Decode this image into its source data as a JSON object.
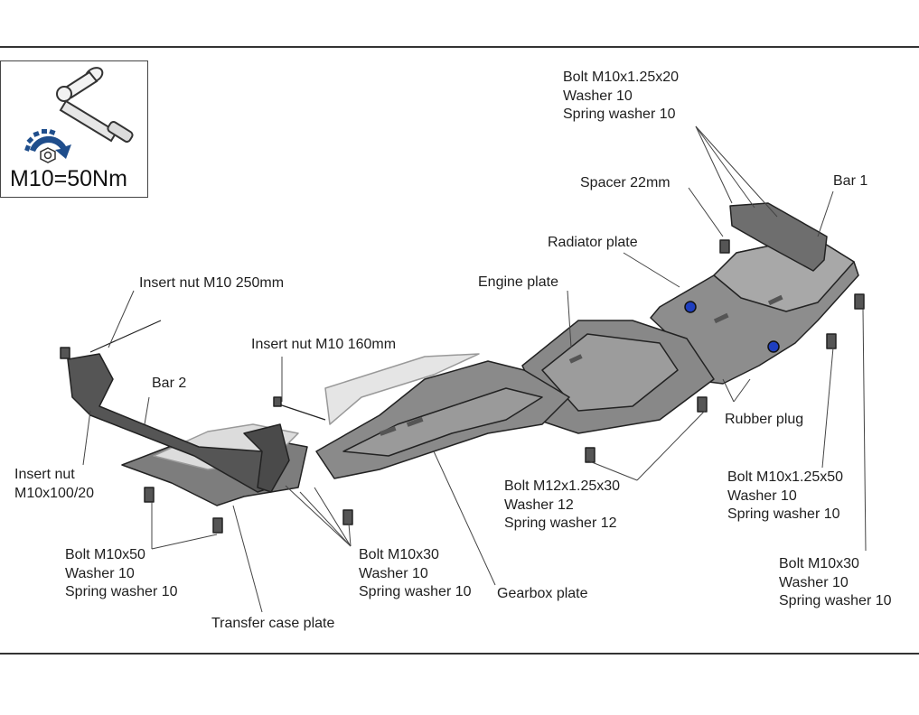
{
  "torque": {
    "spec": "M10=50Nm",
    "icons": [
      "socket-wrench-icon",
      "tighten-rotation-icon"
    ]
  },
  "labels": {
    "bolt_top": [
      "Bolt M10x1.25x20",
      "Washer 10",
      "Spring washer 10"
    ],
    "spacer": [
      "Spacer 22mm"
    ],
    "bar1": [
      "Bar 1"
    ],
    "radiator": [
      "Radiator plate"
    ],
    "engine": [
      "Engine plate"
    ],
    "insert250": [
      "Insert nut M10 250mm"
    ],
    "insert160": [
      "Insert nut M10 160mm"
    ],
    "bar2": [
      "Bar 2"
    ],
    "rubber": [
      "Rubber plug"
    ],
    "insert100": [
      "Insert nut",
      "M10x100/20"
    ],
    "bolt_m12": [
      "Bolt M12x1.25x30",
      "Washer 12",
      "Spring washer 12"
    ],
    "bolt_right50": [
      "Bolt M10x1.25x50",
      "Washer 10",
      "Spring washer 10"
    ],
    "bolt_m10x50": [
      "Bolt M10x50",
      "Washer 10",
      "Spring washer 10"
    ],
    "bolt_m10x30a": [
      "Bolt M10x30",
      "Washer 10",
      "Spring washer 10"
    ],
    "gearbox": [
      "Gearbox plate"
    ],
    "bolt_m10x30b": [
      "Bolt M10x30",
      "Washer 10",
      "Spring washer 10"
    ],
    "transfer": [
      "Transfer case plate"
    ]
  }
}
